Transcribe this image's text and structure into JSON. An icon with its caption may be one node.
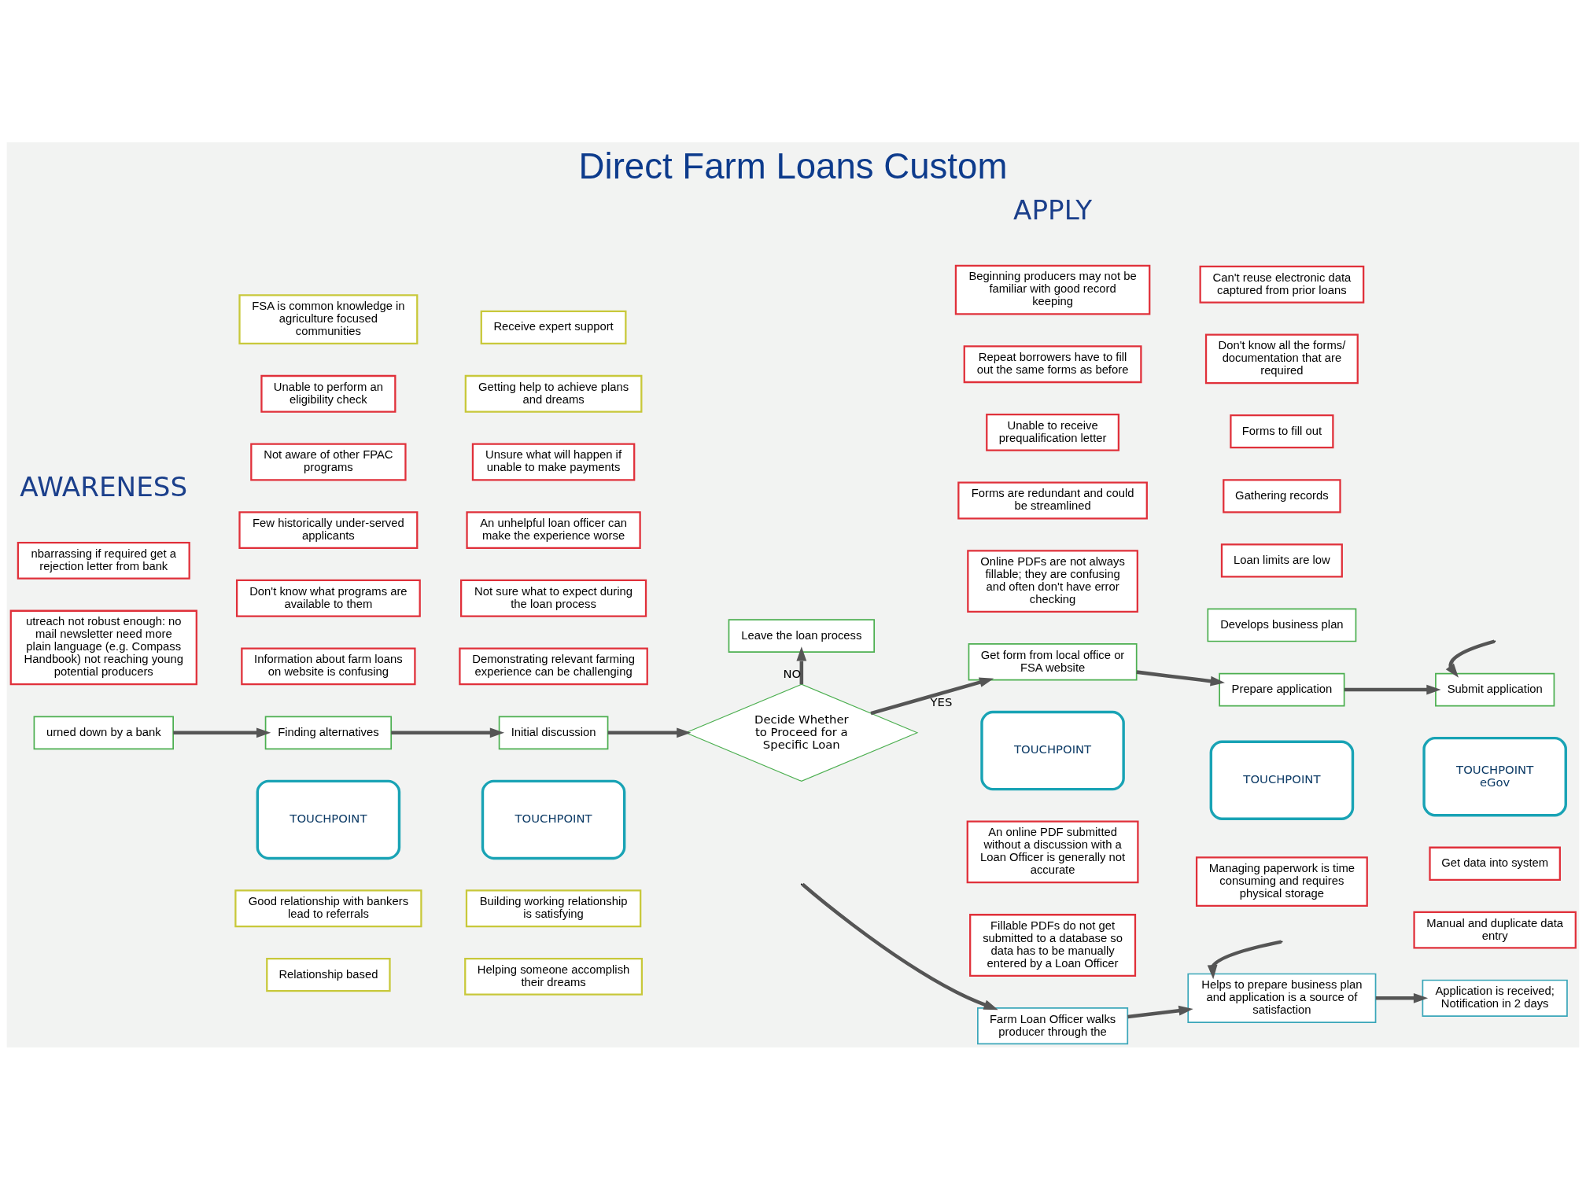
{
  "diagram": {
    "title": "Direct Farm Loans Custom",
    "nodes": [
      {
        "text": [
          "nbarrassing if required get a rejection letter from bank"
        ]
      },
      {
        "text": [
          "utreach not robust enough: no mail newsletter need more plain language (e.g. Compass Handbook) not reaching young potential producers"
        ]
      },
      {
        "text": [
          "urned down by a bank"
        ]
      },
      {
        "text": [
          "FSA is common knowledge in agriculture focused communities"
        ]
      },
      {
        "text": [
          "Unable to perform an eligibility check"
        ]
      },
      {
        "text": [
          "Not aware of other FPAC programs"
        ]
      },
      {
        "text": [
          "Few historically under-served applicants"
        ]
      },
      {
        "text": [
          "Don't know what programs are available to them"
        ]
      },
      {
        "text": [
          "Information about farm loans on website is confusing"
        ]
      },
      {
        "text": [
          "Finding alternatives"
        ]
      },
      {
        "text": [
          "TOUCHPOINT"
        ]
      },
      {
        "text": [
          "Good relationship with bankers lead to referrals"
        ]
      },
      {
        "text": [
          "Relationship based"
        ]
      },
      {
        "text": [
          "Receive expert support"
        ]
      },
      {
        "text": [
          "Getting help to achieve plans and dreams"
        ]
      },
      {
        "text": [
          "Unsure what will happen if unable to make payments"
        ]
      },
      {
        "text": [
          "An unhelpful loan officer can make the experience worse"
        ]
      },
      {
        "text": [
          "Not sure what to expect during the loan process"
        ]
      },
      {
        "text": [
          "Demonstrating relevant farming experience can be challenging"
        ]
      },
      {
        "text": [
          "Initial discussion"
        ]
      },
      {
        "text": [
          "TOUCHPOINT"
        ]
      },
      {
        "text": [
          "Building working relationship is satisfying"
        ]
      },
      {
        "text": [
          "Helping someone accomplish their dreams"
        ]
      },
      {
        "text": [
          "Leave the loan process"
        ]
      },
      {
        "text": [
          "Decide Whether to Proceed for a Specific Loan"
        ]
      },
      {
        "text": [
          "Beginning producers may not be familiar with good record keeping"
        ]
      },
      {
        "text": [
          "Repeat borrowers have to fill out the same forms as before"
        ]
      },
      {
        "text": [
          "Unable to receive prequalification letter"
        ]
      },
      {
        "text": [
          "Forms are redundant and could be streamlined"
        ]
      },
      {
        "text": [
          "Online PDFs are not always fillable; they are confusing and often don't have error checking"
        ]
      },
      {
        "text": [
          "Get form from local office or FSA website"
        ]
      },
      {
        "text": [
          "TOUCHPOINT"
        ]
      },
      {
        "text": [
          "An online PDF submitted without a discussion with a Loan Officer is generally not accurate"
        ]
      },
      {
        "text": [
          "Fillable PDFs do not get submitted to a database so data has to be manually entered by a Loan Officer"
        ]
      },
      {
        "text": [
          "Farm Loan Officer walks producer through the"
        ]
      },
      {
        "text": [
          "Can't reuse electronic data captured from prior loans"
        ]
      },
      {
        "text": [
          "Don't know all the forms/ documentation that are required"
        ]
      },
      {
        "text": [
          "Forms to fill out"
        ]
      },
      {
        "text": [
          "Gathering records"
        ]
      },
      {
        "text": [
          "Loan limits are low"
        ]
      },
      {
        "text": [
          "Develops business plan"
        ]
      },
      {
        "text": [
          "Prepare application"
        ]
      },
      {
        "text": [
          "TOUCHPOINT"
        ]
      },
      {
        "text": [
          "Managing paperwork is time consuming and requires physical storage"
        ]
      },
      {
        "text": [
          "Helps to prepare business plan and application is a source of satisfaction"
        ]
      },
      {
        "text": [
          "Submit application"
        ]
      },
      {
        "text": [
          "TOUCHPOINT",
          "eGov"
        ]
      },
      {
        "text": [
          "Get data into system"
        ]
      },
      {
        "text": [
          "Manual and duplicate data entry"
        ]
      },
      {
        "text": [
          "Application is received; Notification in 2 days"
        ]
      }
    ],
    "edges": [
      {
        "from": 2,
        "to": 9,
        "arrow": "to"
      },
      {
        "from": 9,
        "to": 19,
        "arrow": "to"
      },
      {
        "from": 19,
        "to": 24,
        "arrow": "to"
      },
      {
        "from": 24,
        "to": 23,
        "arrow": "to",
        "label": "NO"
      },
      {
        "from": 24,
        "to": 30,
        "arrow": "to",
        "label": "YES"
      },
      {
        "from": 30,
        "to": 41,
        "arrow": "to"
      },
      {
        "from": 41,
        "to": 45,
        "arrow": "to"
      },
      {
        "from": null,
        "to": 45,
        "arrow": "to"
      },
      {
        "from": null,
        "to": 34,
        "arrow": "to"
      },
      {
        "from": 34,
        "to": 44,
        "arrow": "to"
      },
      {
        "from": 44,
        "to": 49,
        "arrow": "to"
      },
      {
        "from": null,
        "to": 44,
        "arrow": "to"
      }
    ],
    "labels": [
      "AWARENESS",
      "APPLY"
    ]
  }
}
